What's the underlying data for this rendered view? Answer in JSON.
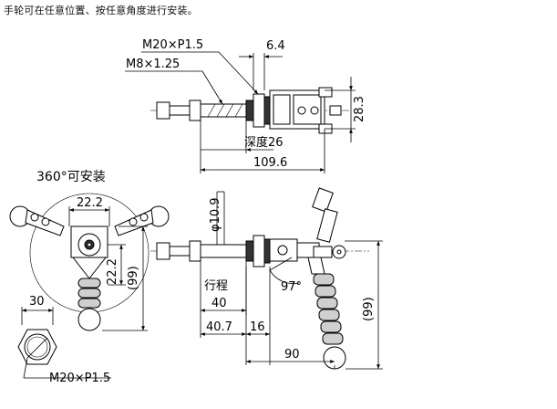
{
  "caption": "手轮可在任意位置、按任意角度进行安装。",
  "top_view": {
    "thread_m20": "M20×P1.5",
    "thread_m8": "M8×1.25",
    "dim_6_4": "6.4",
    "dim_28_3": "28.3",
    "depth": "深度26",
    "dim_109_6": "109.6"
  },
  "side_view": {
    "install_360": "360°可安装",
    "dim_22_2_h": "22.2",
    "dim_22_2_v": "22.2",
    "dim_99_v": "(99)"
  },
  "nut_view": {
    "dim_30": "30",
    "thread": "M20×P1.5"
  },
  "main_view": {
    "phi_10_9": "φ10.9",
    "stroke_label": "行程",
    "stroke_value": "40",
    "angle_97": "97°",
    "dim_40_7": "40.7",
    "dim_16": "16",
    "dim_90": "90",
    "dim_99": "(99)"
  }
}
